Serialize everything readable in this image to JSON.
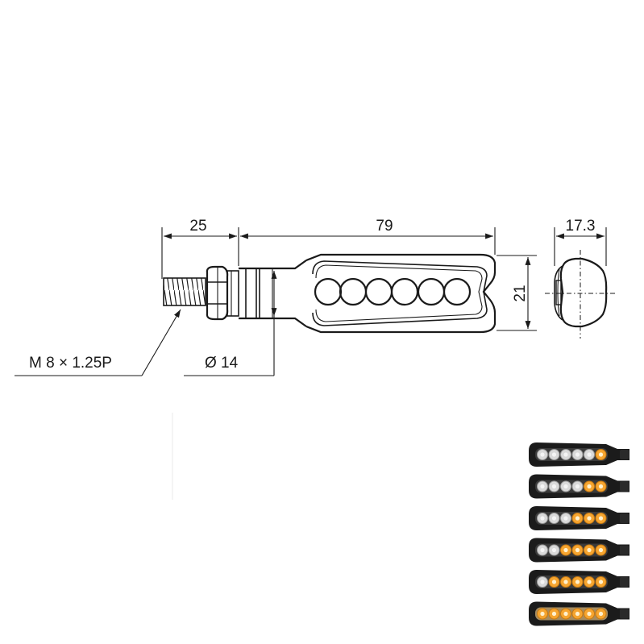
{
  "dimensions": {
    "thread_length": "25",
    "body_length": "79",
    "end_width": "17.3",
    "body_height": "21",
    "shaft_diameter": "Ø 14",
    "thread_spec": "M 8 × 1.25P"
  },
  "sequence_photos": {
    "lit_counts": [
      1,
      2,
      3,
      4,
      5,
      6
    ],
    "led_total": 6,
    "colors": {
      "housing": "#1b1b1b",
      "unlit_led": "#d9d9d9",
      "lit_led": "#f6a530",
      "glow": "#ffcf80"
    }
  }
}
